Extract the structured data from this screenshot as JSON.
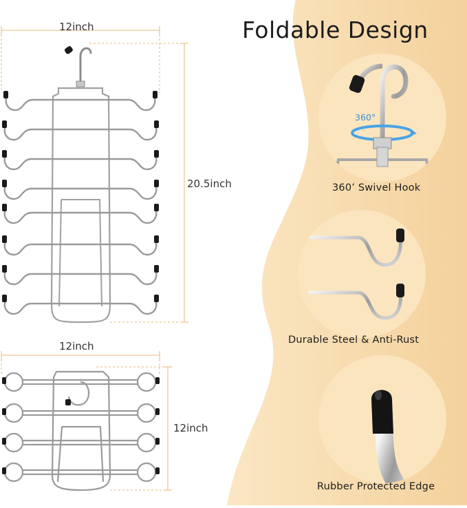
{
  "title": "Foldable Design",
  "dimensions": {
    "open_width": "12inch",
    "open_height": "20.5inch",
    "folded_width": "12inch",
    "folded_height": "12inch"
  },
  "features": [
    {
      "caption": "360’ Swivel Hook",
      "badge": "360°",
      "icon": "swivel-hook-icon"
    },
    {
      "caption": "Durable Steel & Anti-Rust",
      "icon": "steel-loops-icon"
    },
    {
      "caption": "Rubber Protected Edge",
      "icon": "rubber-tip-icon"
    }
  ],
  "colors": {
    "accent_band": "#f6d9a9",
    "accent_band_light": "#fbe7c4",
    "circle_bg": "#fbe5bf",
    "dimension_line": "#e8b774",
    "swivel_arrow": "#4aa3e6"
  }
}
